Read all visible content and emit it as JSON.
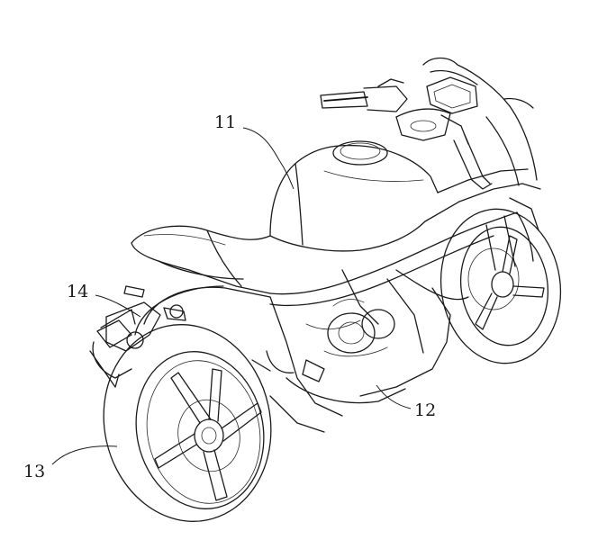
{
  "figure": {
    "reference_numerals": {
      "fuel_tank": "11",
      "engine_area": "12",
      "rear_wheel": "13",
      "rear_fender": "14"
    }
  }
}
